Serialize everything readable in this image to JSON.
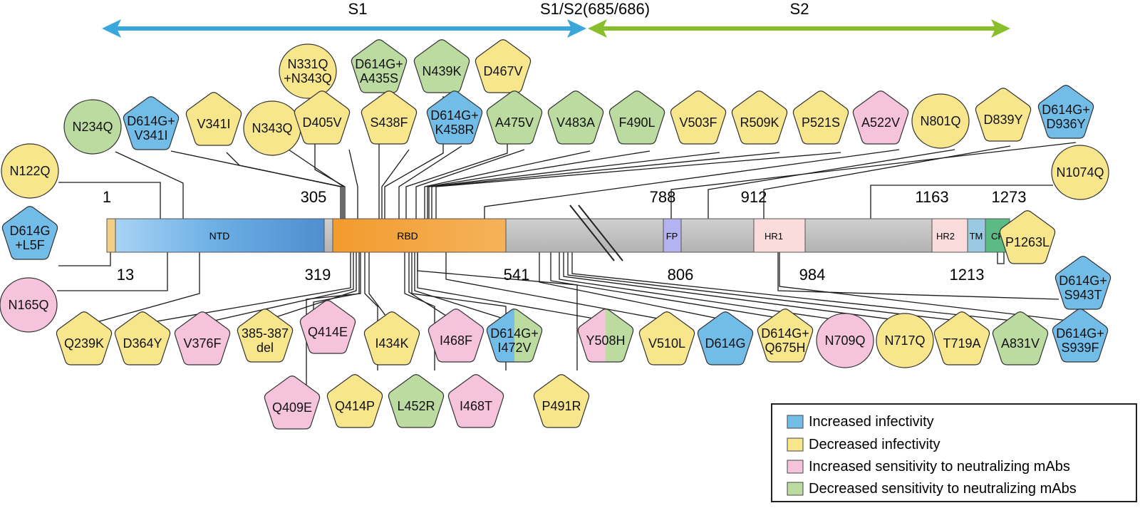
{
  "regions": {
    "s1": "S1",
    "cleavage": "S1/S2(685/686)",
    "s2": "S2"
  },
  "domains": [
    {
      "id": "sp",
      "label": "",
      "color": "#f2cf86"
    },
    {
      "id": "ntd",
      "label": "NTD",
      "color": "#5d9ed8"
    },
    {
      "id": "gap1",
      "label": "",
      "color": "#bdbdbd"
    },
    {
      "id": "rbd",
      "label": "RBD",
      "color": "#f0a23a"
    },
    {
      "id": "mid1",
      "label": "",
      "color": "#bdbdbd"
    },
    {
      "id": "fp",
      "label": "FP",
      "color": "#b4b3f0"
    },
    {
      "id": "mid2",
      "label": "",
      "color": "#bdbdbd"
    },
    {
      "id": "hr1",
      "label": "HR1",
      "color": "#fbdcdc"
    },
    {
      "id": "mid3",
      "label": "",
      "color": "#bdbdbd"
    },
    {
      "id": "hr2",
      "label": "HR2",
      "color": "#fbdcdc"
    },
    {
      "id": "tm",
      "label": "TM",
      "color": "#9ac9e3"
    },
    {
      "id": "cp",
      "label": "CP",
      "color": "#5cba85"
    }
  ],
  "positions_top": [
    "1",
    "305",
    "788",
    "912",
    "1163",
    "1273"
  ],
  "positions_bottom": [
    "13",
    "319",
    "541",
    "806",
    "984",
    "1213"
  ],
  "mutations": [
    {
      "label": "N122Q",
      "shape": "circle",
      "category": "decreased-infectivity"
    },
    {
      "label": "D614G +L5F",
      "shape": "pentagon",
      "category": "increased-infectivity"
    },
    {
      "label": "N165Q",
      "shape": "circle",
      "category": "increased-sensitivity"
    },
    {
      "label": "N234Q",
      "shape": "circle",
      "category": "decreased-sensitivity"
    },
    {
      "label": "D614G+ V341I",
      "shape": "pentagon",
      "category": "increased-infectivity"
    },
    {
      "label": "V341I",
      "shape": "pentagon",
      "category": "decreased-infectivity"
    },
    {
      "label": "N343Q",
      "shape": "circle",
      "category": "decreased-infectivity"
    },
    {
      "label": "N331Q +N343Q",
      "shape": "circle",
      "category": "decreased-infectivity"
    },
    {
      "label": "D405V",
      "shape": "pentagon",
      "category": "decreased-infectivity"
    },
    {
      "label": "D614G+ A435S",
      "shape": "pentagon",
      "category": "decreased-sensitivity"
    },
    {
      "label": "S438F",
      "shape": "pentagon",
      "category": "decreased-infectivity"
    },
    {
      "label": "N439K",
      "shape": "pentagon",
      "category": "decreased-sensitivity"
    },
    {
      "label": "D614G+ K458R",
      "shape": "pentagon",
      "category": "increased-infectivity"
    },
    {
      "label": "D467V",
      "shape": "pentagon",
      "category": "decreased-infectivity"
    },
    {
      "label": "A475V",
      "shape": "pentagon",
      "category": "decreased-sensitivity"
    },
    {
      "label": "V483A",
      "shape": "pentagon",
      "category": "decreased-sensitivity"
    },
    {
      "label": "F490L",
      "shape": "pentagon",
      "category": "decreased-sensitivity"
    },
    {
      "label": "V503F",
      "shape": "pentagon",
      "category": "decreased-infectivity"
    },
    {
      "label": "R509K",
      "shape": "pentagon",
      "category": "decreased-infectivity"
    },
    {
      "label": "P521S",
      "shape": "pentagon",
      "category": "decreased-infectivity"
    },
    {
      "label": "A522V",
      "shape": "pentagon",
      "category": "increased-sensitivity"
    },
    {
      "label": "N801Q",
      "shape": "circle",
      "category": "decreased-infectivity"
    },
    {
      "label": "D839Y",
      "shape": "pentagon",
      "category": "decreased-infectivity"
    },
    {
      "label": "D614G+ D936Y",
      "shape": "pentagon",
      "category": "increased-infectivity"
    },
    {
      "label": "N1074Q",
      "shape": "circle",
      "category": "decreased-infectivity"
    },
    {
      "label": "P1263L",
      "shape": "pentagon",
      "category": "decreased-infectivity"
    },
    {
      "label": "D614G+ S943T",
      "shape": "pentagon",
      "category": "increased-infectivity"
    },
    {
      "label": "Q239K",
      "shape": "pentagon",
      "category": "decreased-infectivity"
    },
    {
      "label": "D364Y",
      "shape": "pentagon",
      "category": "decreased-infectivity"
    },
    {
      "label": "V376F",
      "shape": "pentagon",
      "category": "increased-sensitivity"
    },
    {
      "label": "385-387 del",
      "shape": "pentagon",
      "category": "decreased-infectivity"
    },
    {
      "label": "Q414E",
      "shape": "pentagon",
      "category": "increased-sensitivity"
    },
    {
      "label": "I434K",
      "shape": "pentagon",
      "category": "decreased-infectivity"
    },
    {
      "label": "I468F",
      "shape": "pentagon",
      "category": "increased-sensitivity"
    },
    {
      "label": "D614G+ I472V",
      "shape": "pentagon",
      "category": "increased-infectivity",
      "category2": "decreased-sensitivity"
    },
    {
      "label": "Y508H",
      "shape": "pentagon",
      "category": "increased-sensitivity",
      "category2": "decreased-sensitivity"
    },
    {
      "label": "V510L",
      "shape": "pentagon",
      "category": "decreased-infectivity"
    },
    {
      "label": "D614G",
      "shape": "pentagon",
      "category": "increased-infectivity"
    },
    {
      "label": "D614G+ Q675H",
      "shape": "pentagon",
      "category": "decreased-infectivity"
    },
    {
      "label": "N709Q",
      "shape": "circle",
      "category": "increased-sensitivity"
    },
    {
      "label": "N717Q",
      "shape": "circle",
      "category": "decreased-infectivity"
    },
    {
      "label": "T719A",
      "shape": "pentagon",
      "category": "decreased-infectivity"
    },
    {
      "label": "A831V",
      "shape": "pentagon",
      "category": "decreased-sensitivity"
    },
    {
      "label": "D614G+ S939F",
      "shape": "pentagon",
      "category": "increased-infectivity"
    },
    {
      "label": "Q409E",
      "shape": "pentagon",
      "category": "increased-sensitivity"
    },
    {
      "label": "Q414P",
      "shape": "pentagon",
      "category": "decreased-infectivity"
    },
    {
      "label": "L452R",
      "shape": "pentagon",
      "category": "decreased-sensitivity"
    },
    {
      "label": "I468T",
      "shape": "pentagon",
      "category": "increased-sensitivity"
    },
    {
      "label": "P491R",
      "shape": "pentagon",
      "category": "decreased-infectivity"
    }
  ],
  "legend": [
    {
      "key": "increased-infectivity",
      "label": "Increased infectivity",
      "color": "#72bde8"
    },
    {
      "key": "decreased-infectivity",
      "label": "Decreased infectivity",
      "color": "#f8e68c"
    },
    {
      "key": "increased-sensitivity",
      "label": "Increased sensitivity to neutralizing mAbs",
      "color": "#f5c3dc"
    },
    {
      "key": "decreased-sensitivity",
      "label": "Decreased sensitivity to neutralizing mAbs",
      "color": "#bcdba0"
    }
  ],
  "colors": {
    "s1_arrow": "#3aa7dc",
    "s2_arrow": "#8abf2c"
  }
}
